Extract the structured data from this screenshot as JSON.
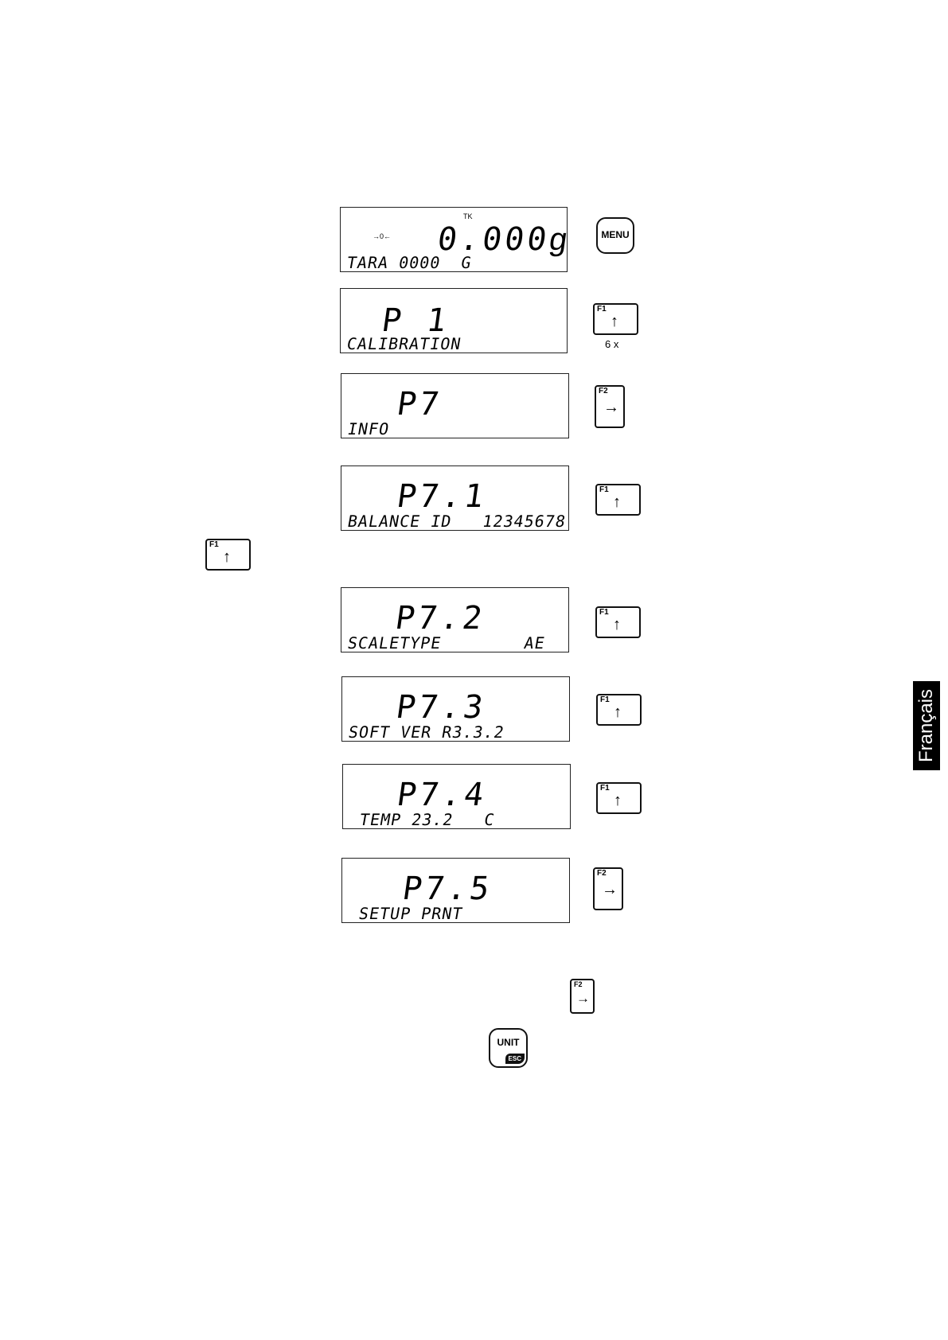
{
  "displays": [
    {
      "main": "0.000",
      "unit": "g",
      "sub": "TARA 0000  G",
      "indicator_top": "TK",
      "indicator_left": "→0←"
    },
    {
      "main": "P 1",
      "sub": "CALIBRATION"
    },
    {
      "main": "P7",
      "sub": "INFO"
    },
    {
      "main": "P7.1",
      "sub": "BALANCE ID   12345678"
    },
    {
      "main": "P7.2",
      "sub": "SCALETYPE        AE"
    },
    {
      "main": "P7.3",
      "sub": "SOFT VER R3.3.2"
    },
    {
      "main": "P7.4",
      "sub": " TEMP 23.2   C"
    },
    {
      "main": "P7.5",
      "sub": " SETUP PRNT"
    }
  ],
  "keys": {
    "menu": "MENU",
    "f1": "F1",
    "f2": "F2",
    "up_arrow": "↑",
    "right_arrow": "→",
    "unit": "UNIT",
    "esc": "ESC",
    "repeat_note": "6 x"
  },
  "language_tab": "Français"
}
